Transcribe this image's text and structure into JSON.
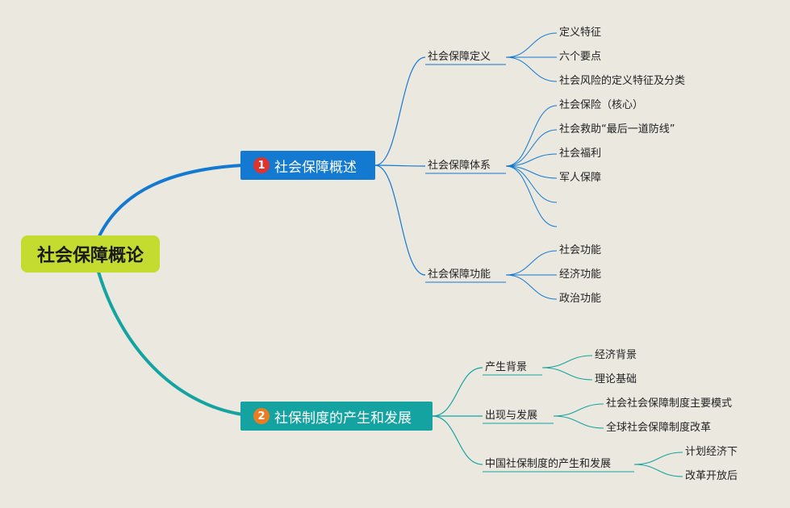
{
  "root": {
    "label": "社会保障概论"
  },
  "branches": [
    {
      "number": "1",
      "label": "社会保障概述",
      "color": "#1479d1",
      "badge_color": "#e0332e",
      "children": [
        {
          "label": "社会保障定义",
          "children": [
            "定义特征",
            "六个要点",
            "社会风险的定义特征及分类"
          ]
        },
        {
          "label": "社会保障体系",
          "children": [
            "社会保险（核心）",
            "社会救助“最后一道防线”",
            "社会福利",
            "军人保障",
            "",
            ""
          ]
        },
        {
          "label": "社会保障功能",
          "children": [
            "社会功能",
            "经济功能",
            "政治功能"
          ]
        }
      ]
    },
    {
      "number": "2",
      "label": "社保制度的产生和发展",
      "color": "#14a3a0",
      "badge_color": "#ec7c22",
      "children": [
        {
          "label": "产生背景",
          "children": [
            "经济背景",
            "理论基础"
          ]
        },
        {
          "label": "出现与发展",
          "children": [
            "社会社会保障制度主要模式",
            "全球社会保障制度改革"
          ]
        },
        {
          "label": "中国社保制度的产生和发展",
          "children": [
            "计划经济下",
            "改革开放后"
          ]
        }
      ]
    }
  ]
}
